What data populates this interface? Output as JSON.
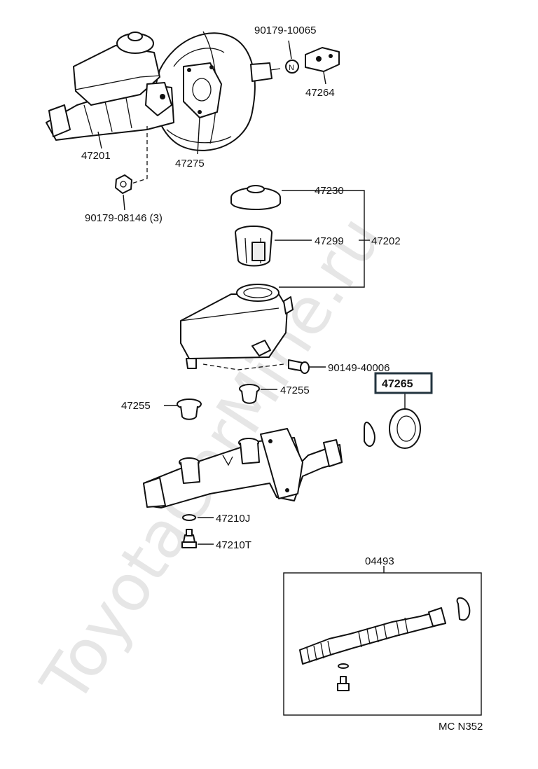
{
  "watermark": "ToyotaCarMine.ru",
  "parts": {
    "p1": "90179-10065",
    "p2": "47264",
    "p3": "47201",
    "p4": "47275",
    "p5": "90179-08146 (3)",
    "p6": "47230",
    "p7": "47299",
    "p8": "47202",
    "p9": "90149-40006",
    "p10": "47265",
    "p11": "47255",
    "p12": "47255",
    "p13": "47210J",
    "p14": "47210T",
    "p15": "04493"
  },
  "nut_marker": "N",
  "highlight_part": "47265",
  "highlight_color": "#23343f",
  "diagram_code": "MC N352"
}
